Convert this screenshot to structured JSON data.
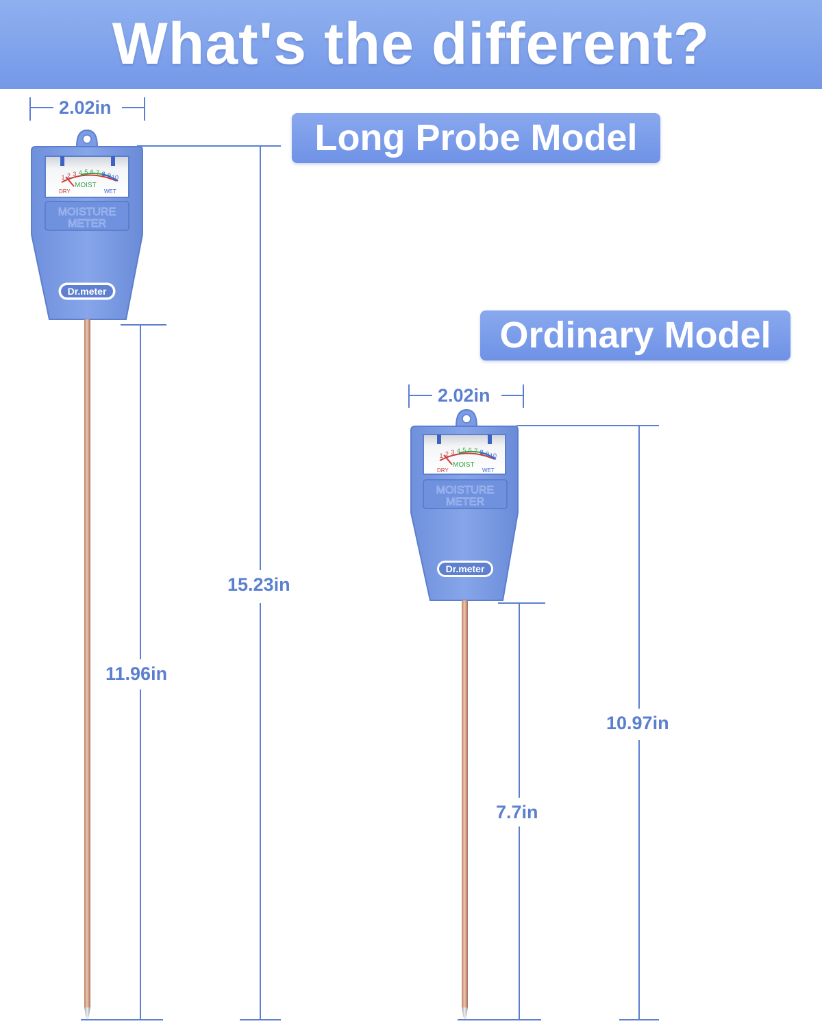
{
  "title": "What's the different?",
  "models": {
    "long": {
      "label": "Long Probe Model",
      "width": "2.02in",
      "total_height": "15.23in",
      "probe_length": "11.96in"
    },
    "ordinary": {
      "label": "Ordinary Model",
      "width": "2.02in",
      "total_height": "10.97in",
      "probe_length": "7.7in"
    }
  },
  "device": {
    "brand": "Dr.meter",
    "panel_line1": "MOISTURE",
    "panel_line2": "METER",
    "gauge_word": "MOIST",
    "gauge_dry": "DRY",
    "gauge_wet": "WET",
    "scale": [
      "1",
      "2",
      "3",
      "4",
      "5",
      "6",
      "7",
      "8",
      "9",
      "10"
    ]
  },
  "colors": {
    "accent": "#7598e8",
    "dimension_line": "#5b7fd0",
    "device_body": "#7b9be4",
    "probe": "#d9a58a"
  }
}
